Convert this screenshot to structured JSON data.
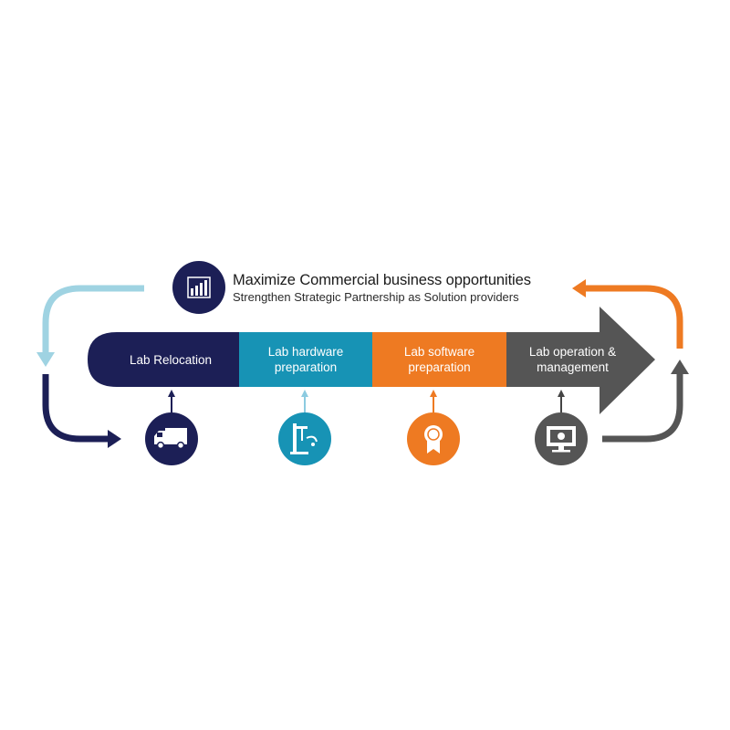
{
  "header": {
    "title": "Maximize Commercial business opportunities",
    "subtitle": "Strengthen Strategic Partnership as Solution providers",
    "icon": "bar-chart-icon"
  },
  "stages": [
    {
      "label": "Lab Relocation",
      "icon": "truck-icon",
      "color": "#1c1f56"
    },
    {
      "label": "Lab hardware\npreparation",
      "icon": "lab-equipment-icon",
      "color": "#1793b5"
    },
    {
      "label": "Lab software\npreparation",
      "icon": "award-badge-icon",
      "color": "#ee7a22"
    },
    {
      "label": "Lab operation &\nmanagement",
      "icon": "monitor-icon",
      "color": "#555555"
    }
  ],
  "colors": {
    "loop_light_blue": "#9fd3e2",
    "loop_navy": "#1c1f56",
    "loop_orange": "#ee7a22",
    "loop_gray": "#555555",
    "header_icon_bg": "#1c1f56"
  }
}
